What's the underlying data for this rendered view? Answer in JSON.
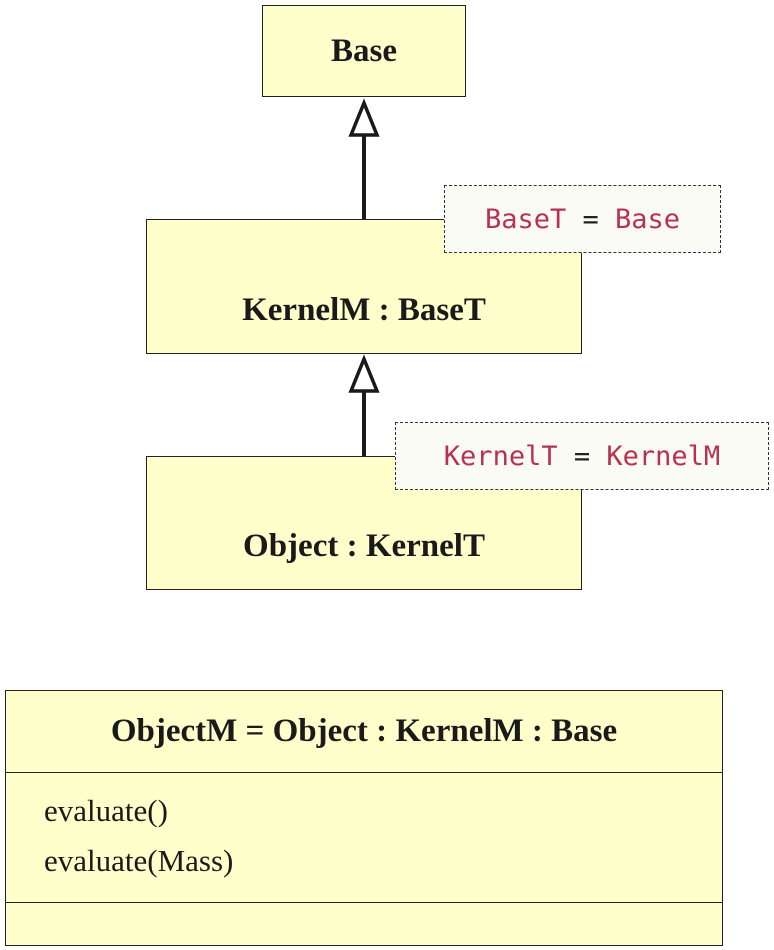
{
  "base_box": {
    "title": "Base"
  },
  "kernel_box": {
    "title": "KernelM : BaseT",
    "template": {
      "param": "BaseT",
      "eq": "=",
      "value": "Base"
    }
  },
  "object_box": {
    "title": "Object : KernelT",
    "template": {
      "param": "KernelT",
      "eq": "=",
      "value": "KernelM"
    }
  },
  "result_class": {
    "name": "ObjectM = Object : KernelM : Base",
    "operations": [
      "evaluate()",
      "evaluate(Mass)"
    ]
  },
  "colors": {
    "box_fill": "#ffffcc",
    "template_param": "#b8324f"
  }
}
